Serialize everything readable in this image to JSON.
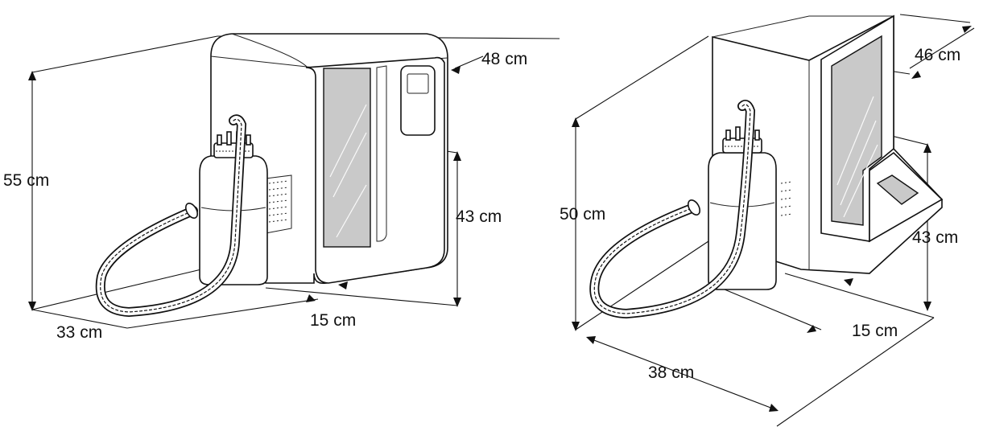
{
  "left_unit": {
    "height": "55 cm",
    "depth": "48 cm",
    "front_height": "43 cm",
    "width": "33 cm",
    "base": "15 cm"
  },
  "right_unit": {
    "height": "50 cm",
    "depth": "46 cm",
    "front_height": "43 cm",
    "width": "38 cm",
    "base": "15 cm"
  },
  "colors": {
    "line": "#111111",
    "glass": "#c9c9c9",
    "background": "#ffffff"
  }
}
